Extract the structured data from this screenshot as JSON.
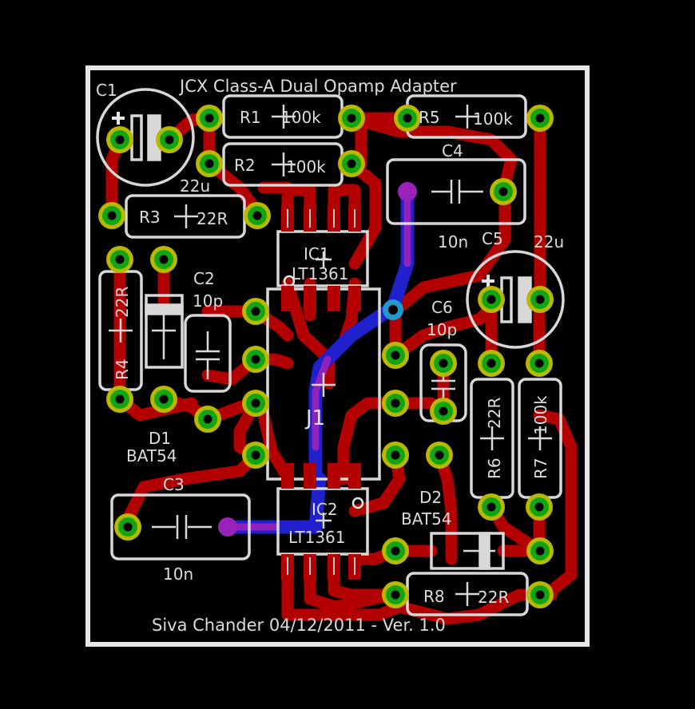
{
  "board": {
    "title": "JCX Class-A Dual Opamp Adapter",
    "credit": "Siva Chander 04/12/2011 - Ver. 1.0"
  },
  "colors": {
    "background": "#000000",
    "outline": "#e6e6e6",
    "silkscreen": "#d8d8d8",
    "top_copper": "#b30000",
    "bottom_copper": "#2020cc",
    "via": "#9a22b8",
    "pad_ring": "#b8b800",
    "pad_copper": "#11a611",
    "drill": "#000000"
  },
  "labels": {
    "c1": "C1",
    "c1_value": "22u",
    "r1": "R1",
    "r1_value": "100k",
    "r2": "R2",
    "r2_value": "100k",
    "r3": "R3",
    "r3_value": "22R",
    "r4": "R4",
    "r4_value": "22R",
    "r5": "R5",
    "r5_value": "100k",
    "r6": "R6",
    "r6_value": "22R",
    "r7": "R7",
    "r7_value": "100k",
    "r8": "R8",
    "r8_value": "22R",
    "c2": "C2",
    "c2_value": "10p",
    "c3": "C3",
    "c3_value": "10n",
    "c4": "C4",
    "c4_value": "10n",
    "c5": "C5",
    "c5_value": "22u",
    "c6": "C6",
    "c6_value": "10p",
    "d1": "D1",
    "d1_value": "BAT54",
    "d2": "D2",
    "d2_value": "BAT54",
    "ic1": "IC1",
    "ic1_value": "LT1361",
    "ic2": "IC2",
    "ic2_value": "LT1361",
    "j1": "J1"
  },
  "icons": {
    "polarity_mark": "plus-sign",
    "pin1_mark": "circle-outline",
    "component_origin": "crosshair"
  }
}
